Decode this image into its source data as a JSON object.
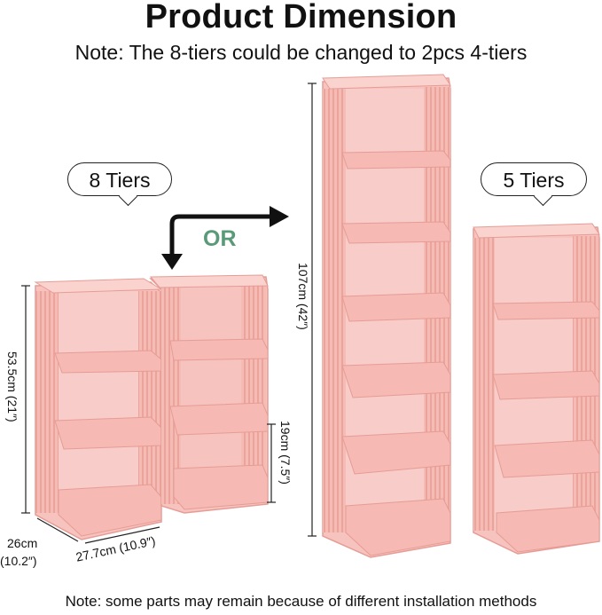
{
  "title": "Product Dimension",
  "subtitle": "Note: The 8-tiers could be changed to 2pcs 4-tiers",
  "footer": "Note: some parts may remain because of different installation methods",
  "bubbles": {
    "left": "8 Tiers",
    "right": "5 Tiers"
  },
  "or_label": "OR",
  "dimensions": {
    "height_4tier": "53.5cm (21″)",
    "depth_4tier": "26cm",
    "depth_4tier_in": "(10.2″)",
    "width_4tier": "27.7cm (10.9″)",
    "tier_gap": "19cm (7.5″)",
    "height_8tier": "107cm (42″)"
  },
  "colors": {
    "shelf": "#f4b3ad",
    "shelf_dark": "#e89a93",
    "shelf_light": "#fad1cc",
    "accent_green": "#5a9a78"
  }
}
